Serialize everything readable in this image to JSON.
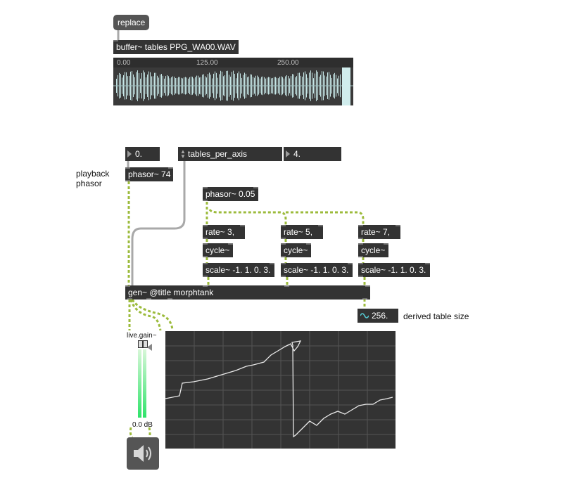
{
  "replace_msg": "replace",
  "buffer_obj": "buffer~ tables PPG_WA00.WAV",
  "waveform_ticks": [
    "0.00",
    "125.00",
    "250.00"
  ],
  "num_phasor_freq": "0.",
  "tables_menu": "tables_per_axis",
  "num_tables": "4.",
  "playback_label": "playback\nphasor",
  "phasor_main": "phasor~ 74",
  "phasor_lfo": "phasor~ 0.05",
  "rate_objs": [
    "rate~ 3,",
    "rate~ 5,",
    "rate~ 7,"
  ],
  "cycle_objs": [
    "cycle~",
    "cycle~",
    "cycle~"
  ],
  "scale_objs": [
    "scale~ -1. 1. 0. 3.",
    "scale~ -1. 1. 0. 3.",
    "scale~ -1. 1. 0. 3."
  ],
  "gen_obj": "gen~ @title morphtank",
  "signal_number": "256.",
  "derived_label": "derived table size",
  "gain_label": "live.gain~",
  "gain_value": "0.0 dB",
  "colors": {
    "object_bg": "#333333",
    "signal_patchcord": "#7f9f2f",
    "control_patchcord": "#a9a9a9",
    "meter_green": "#30e070",
    "scope_line": "#e8e8e8"
  },
  "icons": {
    "speaker": "speaker-icon",
    "signal_number": "sine-wave-icon"
  }
}
